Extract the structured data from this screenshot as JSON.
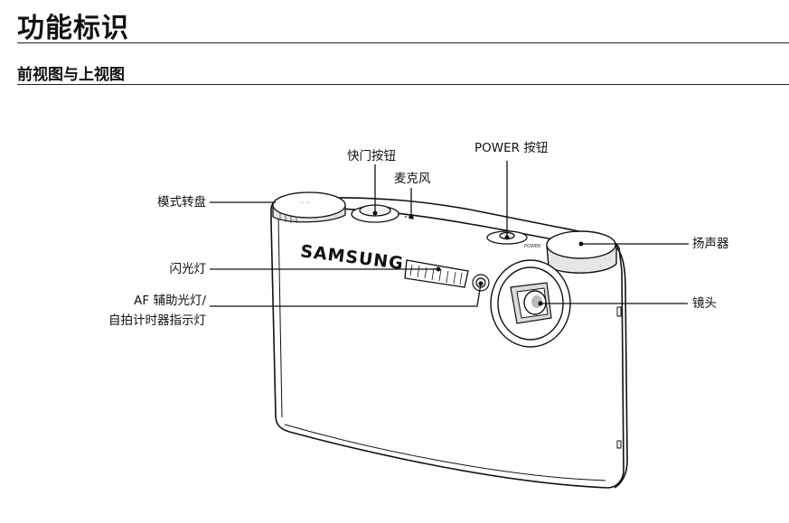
{
  "page": {
    "title": "功能标识",
    "section_title": "前视图与上视图"
  },
  "camera": {
    "brand": "SAMSUNG"
  },
  "labels": {
    "mode_dial": "模式转盘",
    "shutter_button": "快门按钮",
    "microphone": "麦克风",
    "power_button": "POWER 按钮",
    "speaker": "扬声器",
    "flash": "闪光灯",
    "af_lamp_line1": "AF 辅助光灯/",
    "af_lamp_line2": "自拍计时器指示灯",
    "lens": "镜头"
  },
  "colors": {
    "line": "#111111",
    "body_fill": "#ffffff",
    "shade": "#cfcfcf"
  }
}
